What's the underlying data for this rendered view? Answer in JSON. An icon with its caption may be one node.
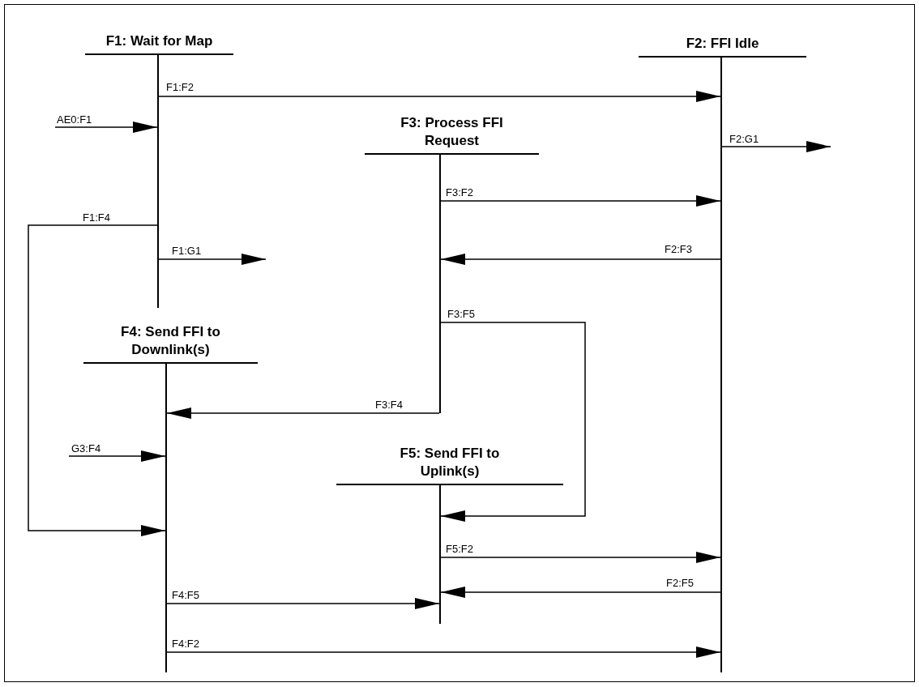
{
  "diagram": {
    "nodes": [
      {
        "text": [
          "F1: Wait for Map"
        ]
      },
      {
        "text": [
          "F2: FFI Idle"
        ]
      },
      {
        "text": [
          "F3: Process FFI Request"
        ]
      },
      {
        "text": [
          "F4: Send FFI to Downlink(s)"
        ]
      },
      {
        "text": [
          "F5: Send FFI to Uplink(s)"
        ]
      }
    ],
    "edges": [
      {
        "from": 0,
        "to": 1,
        "arrow": "to",
        "label": "F1:F2"
      },
      {
        "from": null,
        "to": 0,
        "arrow": "to",
        "label": "AE0:F1"
      },
      {
        "from": 1,
        "to": null,
        "arrow": "to",
        "label": "F2:G1"
      },
      {
        "from": 2,
        "to": 1,
        "arrow": "to",
        "label": "F3:F2"
      },
      {
        "from": 0,
        "to": 3,
        "arrow": "to",
        "label": "F1:F4"
      },
      {
        "from": 0,
        "to": null,
        "arrow": "to",
        "label": "F1:G1"
      },
      {
        "from": 1,
        "to": 2,
        "arrow": "to",
        "label": "F2:F3"
      },
      {
        "from": 2,
        "to": 4,
        "arrow": "to",
        "label": "F3:F5"
      },
      {
        "from": 2,
        "to": 3,
        "arrow": "to",
        "label": "F3:F4"
      },
      {
        "from": null,
        "to": 3,
        "arrow": "to",
        "label": "G3:F4"
      },
      {
        "from": 4,
        "to": 1,
        "arrow": "to",
        "label": "F5:F2"
      },
      {
        "from": 1,
        "to": 4,
        "arrow": "to",
        "label": "F2:F5"
      },
      {
        "from": 3,
        "to": 4,
        "arrow": "to",
        "label": "F4:F5"
      },
      {
        "from": 3,
        "to": 1,
        "arrow": "to",
        "label": "F4:F2"
      }
    ]
  }
}
